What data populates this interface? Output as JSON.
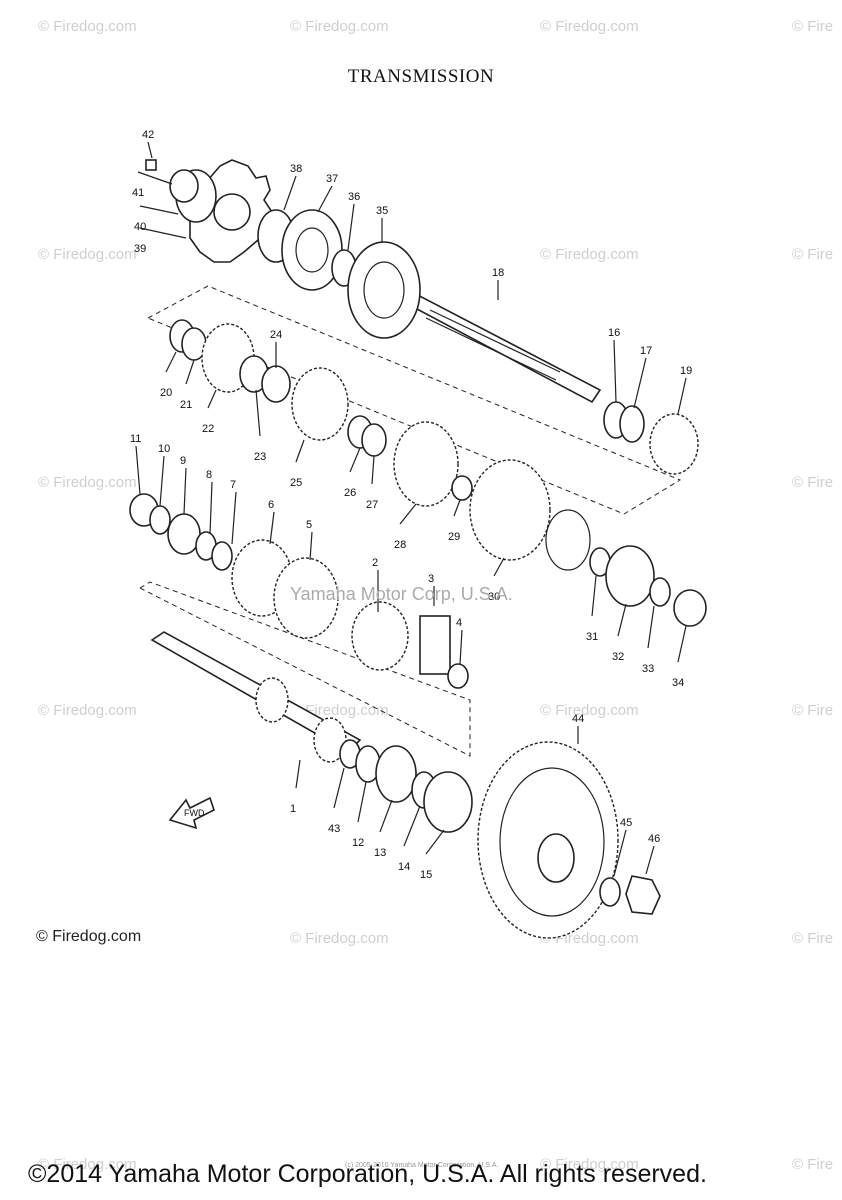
{
  "title": "TRANSMISSION",
  "watermark_text": "© Firedog.com",
  "watermark_short": "© Fire",
  "small_copyright": "© Firedog.com",
  "center_watermark": "Yamaha Motor Corp, U.S.A.",
  "tiny_footer": "(c) 2005-2010 Yamaha Motor Corporation, U.S.A.",
  "footer_copyright": "©2014 Yamaha Motor Corporation, U.S.A. All rights reserved.",
  "fwd_label": "FWD",
  "parts": [
    {
      "n": "1"
    },
    {
      "n": "2"
    },
    {
      "n": "3"
    },
    {
      "n": "4"
    },
    {
      "n": "5"
    },
    {
      "n": "6"
    },
    {
      "n": "7"
    },
    {
      "n": "8"
    },
    {
      "n": "9"
    },
    {
      "n": "10"
    },
    {
      "n": "11"
    },
    {
      "n": "12"
    },
    {
      "n": "13"
    },
    {
      "n": "14"
    },
    {
      "n": "15"
    },
    {
      "n": "16"
    },
    {
      "n": "17"
    },
    {
      "n": "18"
    },
    {
      "n": "19"
    },
    {
      "n": "20"
    },
    {
      "n": "21"
    },
    {
      "n": "22"
    },
    {
      "n": "23"
    },
    {
      "n": "24"
    },
    {
      "n": "25"
    },
    {
      "n": "26"
    },
    {
      "n": "27"
    },
    {
      "n": "28"
    },
    {
      "n": "29"
    },
    {
      "n": "30"
    },
    {
      "n": "31"
    },
    {
      "n": "32"
    },
    {
      "n": "33"
    },
    {
      "n": "34"
    },
    {
      "n": "35"
    },
    {
      "n": "36"
    },
    {
      "n": "37"
    },
    {
      "n": "38"
    },
    {
      "n": "39"
    },
    {
      "n": "40"
    },
    {
      "n": "41"
    },
    {
      "n": "42"
    },
    {
      "n": "43"
    },
    {
      "n": "44"
    },
    {
      "n": "45"
    },
    {
      "n": "46"
    }
  ]
}
